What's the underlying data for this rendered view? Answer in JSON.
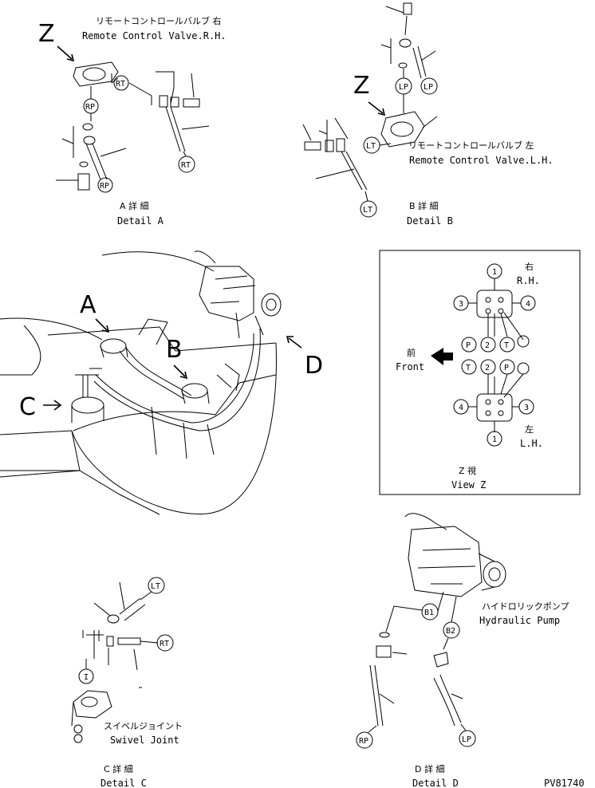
{
  "detail_a": {
    "letter": "Z",
    "title_jp": "リモートコントロールバルブ 右",
    "title_en": "Remote Control Valve.R.H.",
    "caption_jp": "A 詳 細",
    "caption_en": "Detail A",
    "tags": {
      "rt1": "RT",
      "rp1": "RP",
      "rp2": "RP",
      "rt2": "RT"
    }
  },
  "detail_b": {
    "letter": "Z",
    "title_jp": "リモートコントロールバルブ 左",
    "title_en": "Remote Control Valve.L.H.",
    "caption_jp": "B 詳 細",
    "caption_en": "Detail B",
    "tags": {
      "lp1": "LP",
      "lp2": "LP",
      "lt1": "LT",
      "lt2": "LT"
    }
  },
  "main_view": {
    "letters": {
      "a": "A",
      "b": "B",
      "c": "C",
      "d": "D"
    }
  },
  "view_z": {
    "rh_jp": "右",
    "rh_en": "R.H.",
    "lh_jp": "左",
    "lh_en": "L.H.",
    "front_jp": "前",
    "front_en": "Front",
    "caption_jp": "Z 視",
    "caption_en": "View Z",
    "ports_top": {
      "p1": "1",
      "p3": "3",
      "p4": "4",
      "pp": "P",
      "p2": "2",
      "pt": "T"
    },
    "ports_bottom": {
      "pt": "T",
      "p2": "2",
      "pp": "P",
      "p4": "4",
      "p3": "3",
      "p1": "1"
    }
  },
  "detail_c": {
    "title_jp": "スイベルジョイント",
    "title_en": "Swivel Joint",
    "caption_jp": "C 詳 細",
    "caption_en": "Detail C",
    "tags": {
      "lt": "LT",
      "rt": "RT",
      "i": "I"
    }
  },
  "detail_d": {
    "title_jp": "ハイドロリックポンプ",
    "title_en": "Hydraulic Pump",
    "caption_jp": "D 詳 細",
    "caption_en": "Detail D",
    "tags": {
      "b1": "B1",
      "b2": "B2",
      "rp": "RP",
      "lp": "LP"
    }
  },
  "drawing_code": "PV81740"
}
